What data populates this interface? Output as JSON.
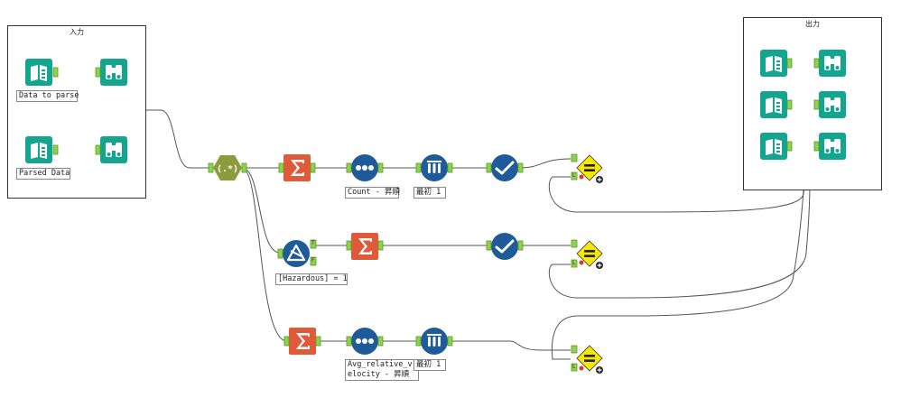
{
  "containers": {
    "input_title": "入力",
    "output_title": "出力"
  },
  "annotations": {
    "data_to_parse": "Data to parse",
    "parsed_data": "Parsed Data",
    "count_row1": "Count - 昇順",
    "first_row1": "最初 1",
    "filter_expr": "[Hazardous] = 1",
    "avg_row3": "Avg_relative_velocity - 昇順",
    "first_row3": "最初 1"
  },
  "anchors": {
    "filter_true": "T",
    "filter_false": "F",
    "test_l": "L"
  },
  "colors": {
    "input_teal": "#14a58f",
    "parse_olive": "#8c9c3c",
    "summarize_orange": "#e05a3a",
    "prep_blue": "#1f5b99",
    "test_yellow": "#f7e800",
    "connection": "#555555"
  },
  "icons": {
    "input": "book-input-icon",
    "browse": "binoculars-icon",
    "regex": "regex-icon",
    "summarize": "sigma-icon",
    "sort": "dots-sort-icon",
    "sample": "test-tubes-icon",
    "select": "checkmark-icon",
    "filter": "triangle-filter-icon",
    "test": "equals-test-icon"
  }
}
